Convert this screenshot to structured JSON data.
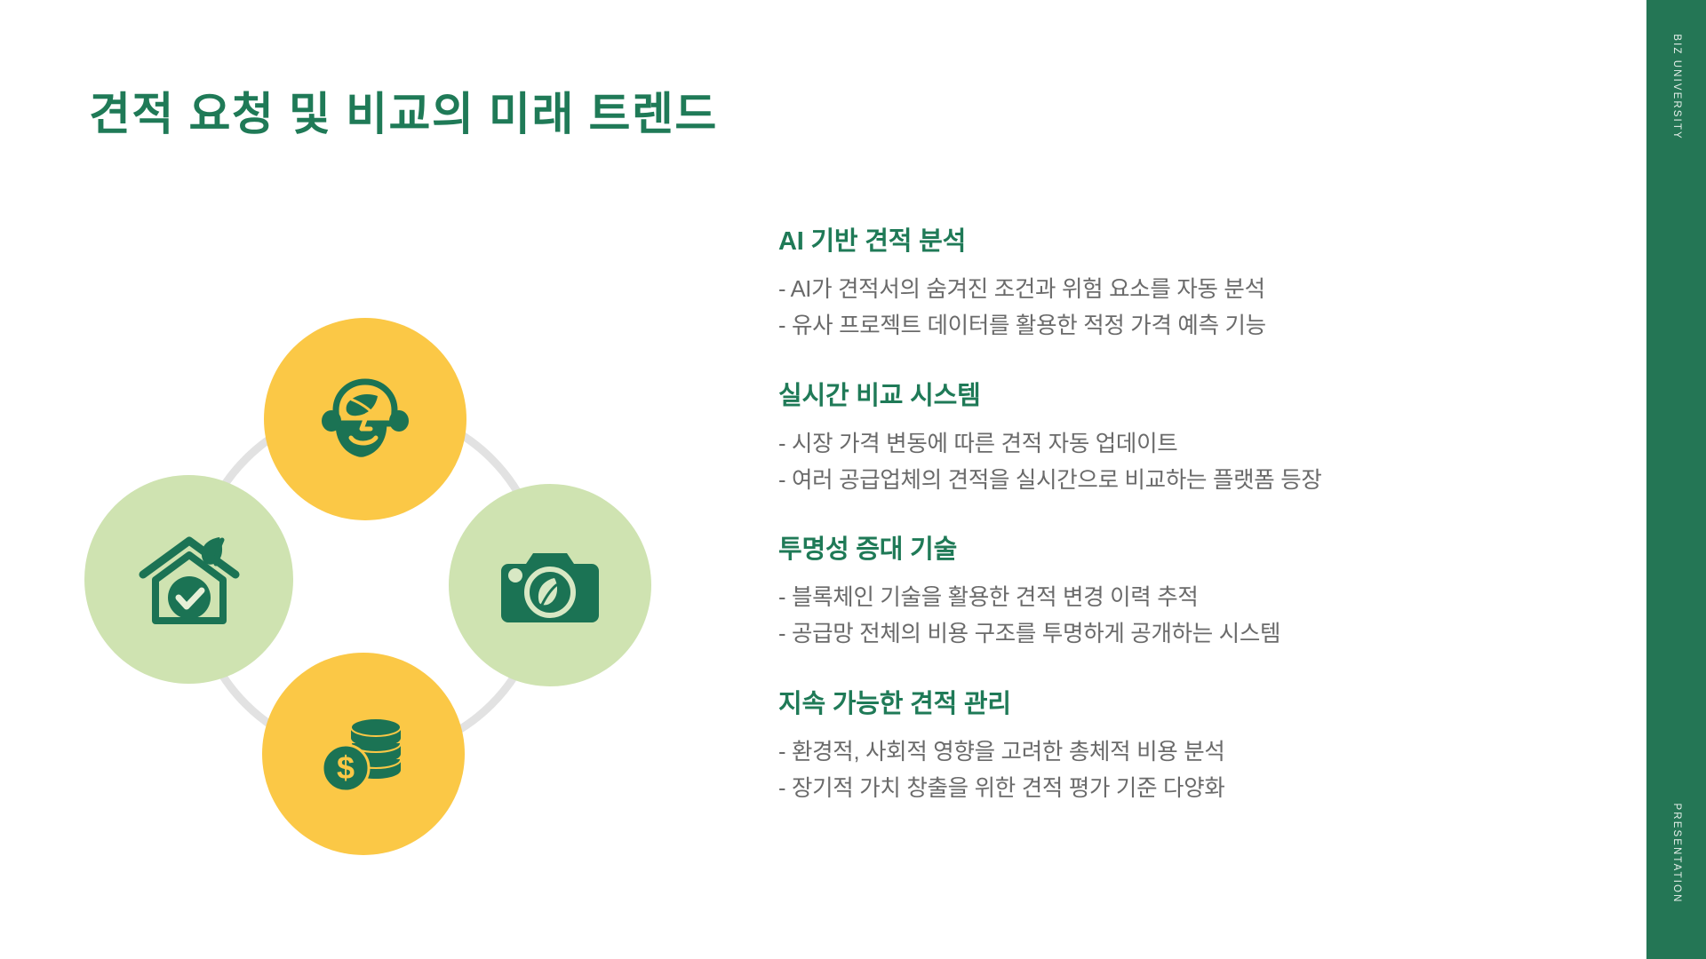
{
  "slide": {
    "title": "견적 요청 및 비교의 미래 트렌드",
    "background_color": "#ffffff",
    "accent_green": "#1f7a57",
    "sidebar_green": "#247655",
    "yellow": "#fbc846",
    "light_green": "#cfe3b1",
    "ring_gray": "#e2e2e2",
    "body_gray": "#6a6a6a"
  },
  "sidebar": {
    "top_label": "BIZ UNIVERSITY",
    "bottom_label": "PRESENTATION"
  },
  "graphic": {
    "nodes": [
      {
        "position": "top",
        "icon": "eco-head-leaf-icon",
        "fill": "#fbc846"
      },
      {
        "position": "left",
        "icon": "eco-house-check-icon",
        "fill": "#cfe3b1"
      },
      {
        "position": "right",
        "icon": "eco-camera-leaf-icon",
        "fill": "#cfe3b1"
      },
      {
        "position": "bottom",
        "icon": "coins-dollar-icon",
        "fill": "#fbc846"
      }
    ]
  },
  "content": {
    "blocks": [
      {
        "title": "AI 기반 견적 분석",
        "lines": [
          "- AI가 견적서의 숨겨진 조건과 위험 요소를 자동 분석",
          "- 유사 프로젝트 데이터를 활용한 적정 가격 예측 기능"
        ]
      },
      {
        "title": "실시간 비교 시스템",
        "lines": [
          "- 시장 가격 변동에 따른 견적 자동 업데이트",
          "- 여러 공급업체의 견적을 실시간으로 비교하는 플랫폼 등장"
        ]
      },
      {
        "title": "투명성 증대 기술",
        "lines": [
          "- 블록체인 기술을 활용한 견적 변경 이력 추적",
          "- 공급망 전체의 비용 구조를 투명하게 공개하는 시스템"
        ]
      },
      {
        "title": "지속 가능한 견적 관리",
        "lines": [
          "- 환경적, 사회적 영향을 고려한 총체적 비용 분석",
          "- 장기적 가치 창출을 위한 견적 평가 기준 다양화"
        ]
      }
    ]
  }
}
